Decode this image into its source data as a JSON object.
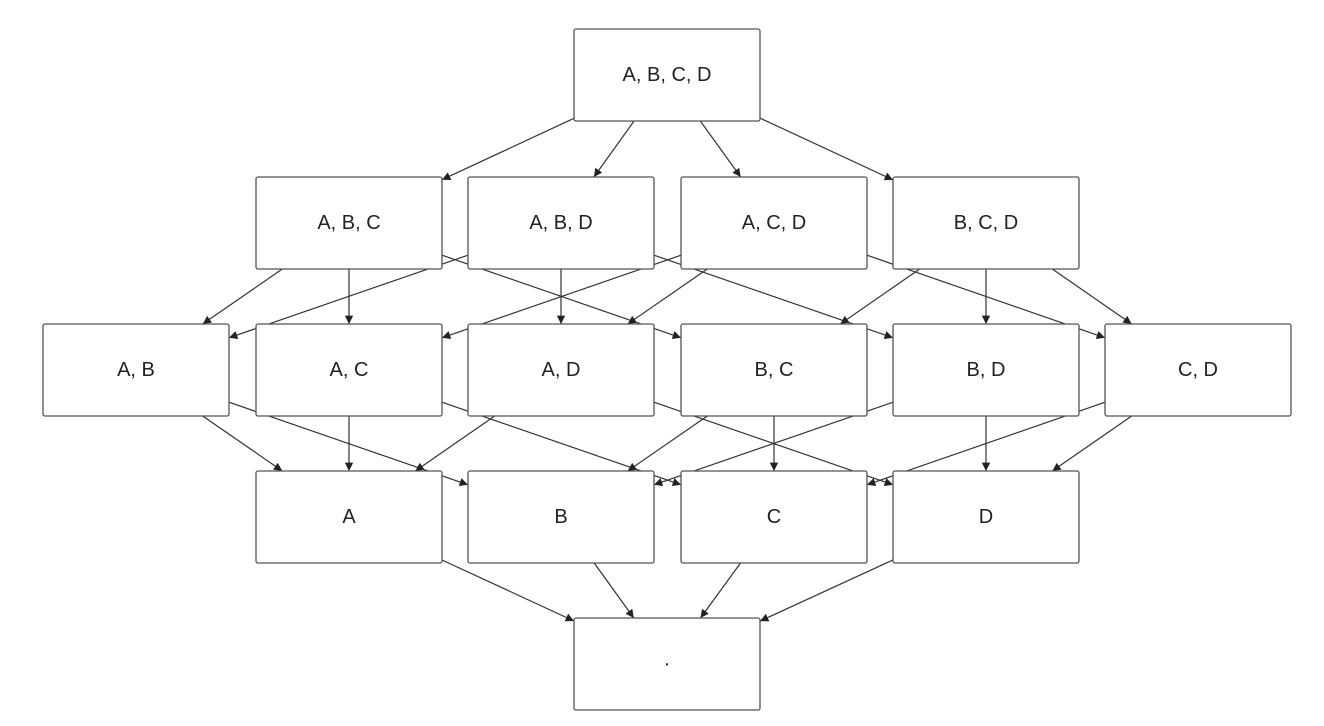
{
  "diagram": {
    "nodes": [
      {
        "id": "ABCD",
        "label": "A, B, C, D"
      },
      {
        "id": "ABC",
        "label": "A, B, C"
      },
      {
        "id": "ABD",
        "label": "A, B, D"
      },
      {
        "id": "ACD",
        "label": "A, C, D"
      },
      {
        "id": "BCD",
        "label": "B, C, D"
      },
      {
        "id": "AB",
        "label": "A, B"
      },
      {
        "id": "AC",
        "label": "A, C"
      },
      {
        "id": "AD",
        "label": "A, D"
      },
      {
        "id": "BC",
        "label": "B, C"
      },
      {
        "id": "BD",
        "label": "B, D"
      },
      {
        "id": "CD",
        "label": "C, D"
      },
      {
        "id": "A",
        "label": "A"
      },
      {
        "id": "B",
        "label": "B"
      },
      {
        "id": "C",
        "label": "C"
      },
      {
        "id": "D",
        "label": "D"
      },
      {
        "id": "EMPTY",
        "label": "·"
      }
    ],
    "edges": [
      [
        "ABCD",
        "ABC"
      ],
      [
        "ABCD",
        "ABD"
      ],
      [
        "ABCD",
        "ACD"
      ],
      [
        "ABCD",
        "BCD"
      ],
      [
        "ABC",
        "AB"
      ],
      [
        "ABC",
        "AC"
      ],
      [
        "ABC",
        "BC"
      ],
      [
        "ABD",
        "AB"
      ],
      [
        "ABD",
        "AD"
      ],
      [
        "ABD",
        "BD"
      ],
      [
        "ACD",
        "AC"
      ],
      [
        "ACD",
        "AD"
      ],
      [
        "ACD",
        "CD"
      ],
      [
        "BCD",
        "BC"
      ],
      [
        "BCD",
        "BD"
      ],
      [
        "BCD",
        "CD"
      ],
      [
        "AB",
        "A"
      ],
      [
        "AB",
        "B"
      ],
      [
        "AC",
        "A"
      ],
      [
        "AC",
        "C"
      ],
      [
        "AD",
        "A"
      ],
      [
        "AD",
        "D"
      ],
      [
        "BC",
        "B"
      ],
      [
        "BC",
        "C"
      ],
      [
        "BD",
        "B"
      ],
      [
        "BD",
        "D"
      ],
      [
        "CD",
        "C"
      ],
      [
        "CD",
        "D"
      ],
      [
        "A",
        "EMPTY"
      ],
      [
        "B",
        "EMPTY"
      ],
      [
        "C",
        "EMPTY"
      ],
      [
        "D",
        "EMPTY"
      ]
    ]
  }
}
